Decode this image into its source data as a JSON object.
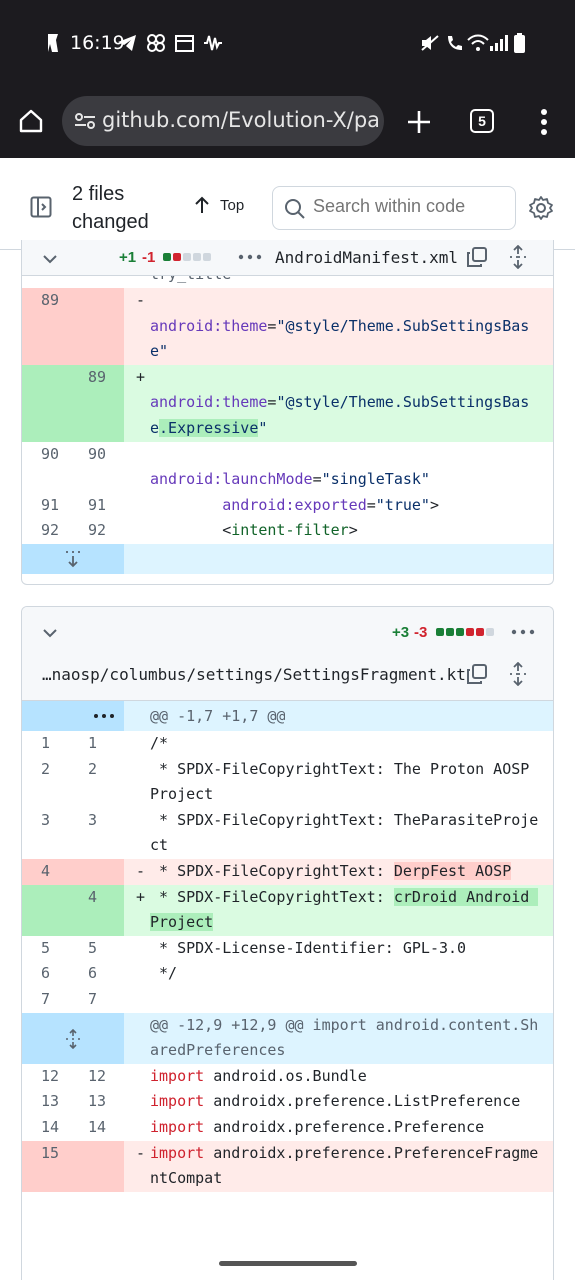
{
  "status_bar": {
    "time": "16:19"
  },
  "browser": {
    "url": "github.com/Evolution-X/pack",
    "tab_count": "5"
  },
  "toolbar": {
    "files_changed_line1": "2 files",
    "files_changed_line2": "changed",
    "top_label": "Top",
    "search_placeholder": "Search within code"
  },
  "file1": {
    "additions": "+1",
    "deletions": "-1",
    "name": "AndroidManifest.xml",
    "partial_top": "try_title",
    "rows": {
      "r1": {
        "old": "89",
        "mark": "-",
        "attr": "android:theme",
        "eq": "=",
        "str": "\"@style/Theme.SubSettingsBase\""
      },
      "r2": {
        "new": "89",
        "mark": "+",
        "attr": "android:theme",
        "eq": "=",
        "str_a": "\"@style/Theme.SubSettingsBase",
        "str_hl": ".Expressive",
        "str_b": "\""
      },
      "r3": {
        "old": "90",
        "new": "90",
        "attr": "android:launchMode",
        "eq": "=",
        "str": "\"singleTask\""
      },
      "r4": {
        "old": "91",
        "new": "91",
        "indent": "        ",
        "attr": "android:exported",
        "eq": "=",
        "str": "\"true\"",
        "tail": ">"
      },
      "r5": {
        "old": "92",
        "new": "92",
        "indent": "        ",
        "lt": "<",
        "tag": "intent-filter",
        "gt": ">"
      }
    }
  },
  "file2": {
    "additions": "+3",
    "deletions": "-3",
    "name": "…naosp/columbus/settings/SettingsFragment.kt",
    "hunk1": "@@ -1,7 +1,7 @@",
    "rows1": [
      {
        "old": "1",
        "new": "1",
        "code": "/*"
      },
      {
        "old": "2",
        "new": "2",
        "code": " * SPDX-FileCopyrightText: The Proton AOSP Project"
      },
      {
        "old": "3",
        "new": "3",
        "code": " * SPDX-FileCopyrightText: TheParasiteProject"
      }
    ],
    "del_row": {
      "old": "4",
      "mark": "-",
      "pre": " * SPDX-FileCopyrightText: ",
      "hl": "DerpFest AOSP"
    },
    "add_row": {
      "new": "4",
      "mark": "+",
      "pre": " * SPDX-FileCopyrightText: ",
      "hl": "crDroid Android Project"
    },
    "rows2": [
      {
        "old": "5",
        "new": "5",
        "code": " * SPDX-License-Identifier: GPL-3.0"
      },
      {
        "old": "6",
        "new": "6",
        "code": " */"
      },
      {
        "old": "7",
        "new": "7",
        "code": ""
      }
    ],
    "hunk2": "@@ -12,9 +12,9 @@ import android.content.SharedPreferences",
    "imports": [
      {
        "old": "12",
        "new": "12",
        "kw": "import",
        "rest": " android.os.Bundle"
      },
      {
        "old": "13",
        "new": "13",
        "kw": "import",
        "rest": " androidx.preference.ListPreference"
      },
      {
        "old": "14",
        "new": "14",
        "kw": "import",
        "rest": " androidx.preference.Preference"
      }
    ],
    "del_import": {
      "old": "15",
      "mark": "-",
      "kw": "import",
      "rest": " androidx.preference.PreferenceFragmentCompat"
    }
  },
  "colors": {
    "add": "#1a7f37",
    "del": "#d1242f",
    "add_bg": "#dafbe1",
    "del_bg": "#ffebe9",
    "hunk_bg": "#ddf4ff"
  }
}
